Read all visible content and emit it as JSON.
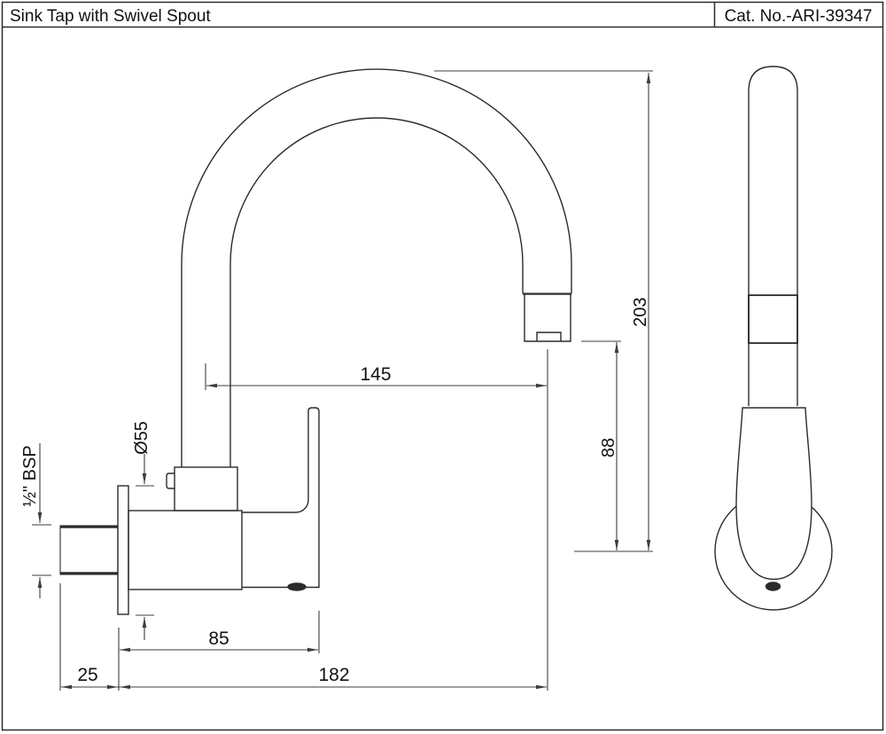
{
  "header": {
    "title": "Sink Tap with Swivel Spout",
    "catalog_label": "Cat. No.-ARI-39347"
  },
  "dimensions": {
    "spout_reach": "145",
    "overall_height": "203",
    "spout_clearance": "88",
    "flange_diameter": "Ø55",
    "inlet_connection": "½\" BSP",
    "body_projection": "85",
    "wall_offset": "25",
    "overall_projection": "182"
  },
  "colors": {
    "background": "#ffffff",
    "outline": "#2b2b2b",
    "dimension": "#3d3d3d",
    "arrow_fill": "#3d3d3d",
    "text": "#111111"
  }
}
